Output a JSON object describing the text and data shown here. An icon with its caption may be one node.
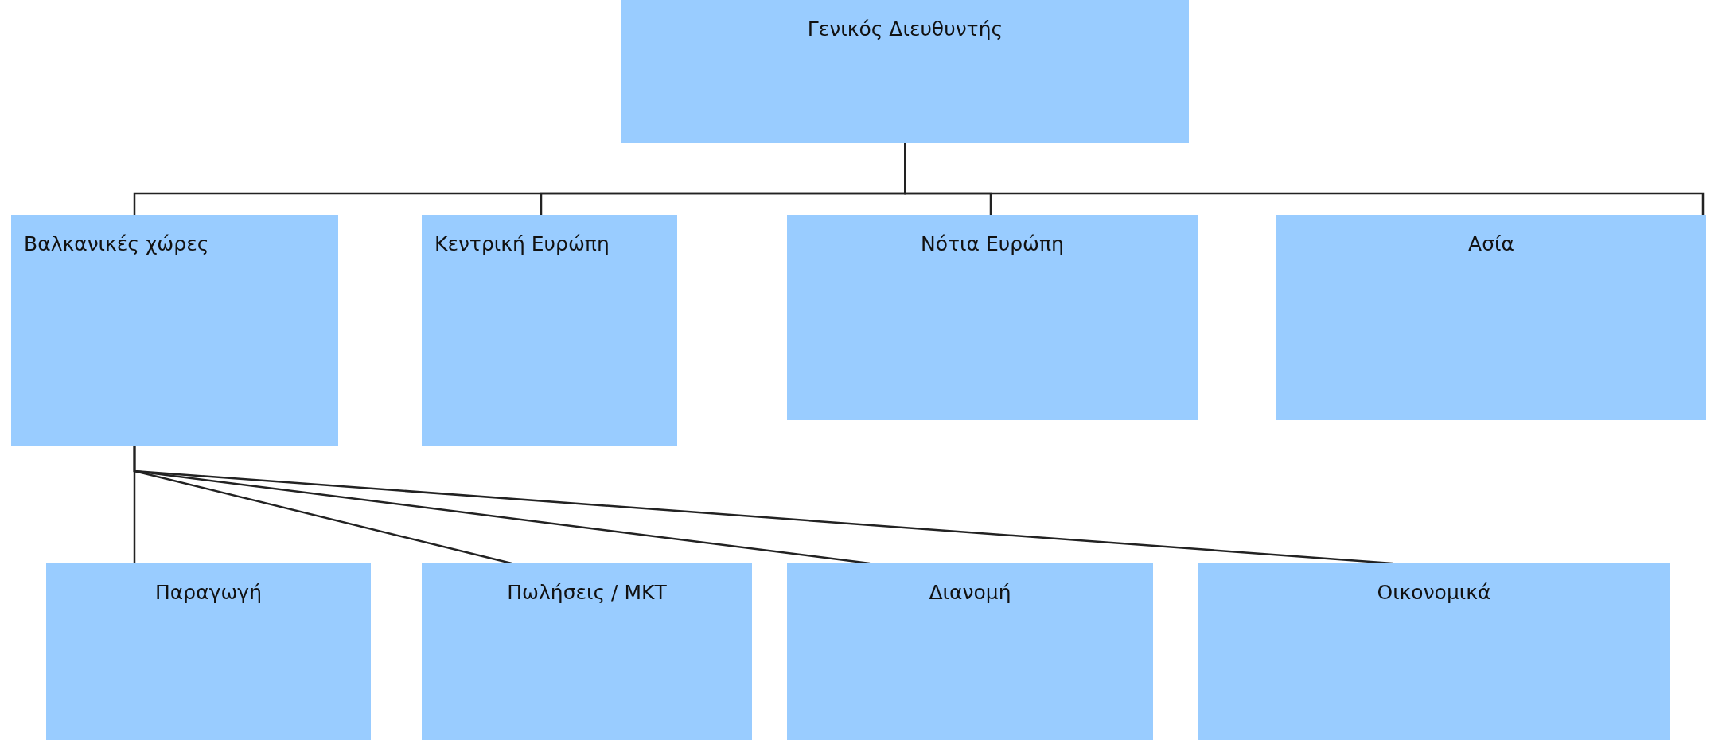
{
  "diagram": {
    "nodes": [
      {
        "text": [
          "Γενικός Διευθυντής"
        ]
      },
      {
        "text": [
          "Βαλκανικές χώρες"
        ]
      },
      {
        "text": [
          "Κεντρική Ευρώπη"
        ]
      },
      {
        "text": [
          "Νότια Ευρώπη"
        ]
      },
      {
        "text": [
          "Ασία"
        ]
      },
      {
        "text": [
          "Παραγωγή"
        ]
      },
      {
        "text": [
          "Πωλήσεις / ΜΚΤ"
        ]
      },
      {
        "text": [
          "Διανομή"
        ]
      },
      {
        "text": [
          "Οικονομικά"
        ]
      }
    ],
    "edges": [
      {
        "from": 0,
        "to": 1,
        "arrow": "none"
      },
      {
        "from": 0,
        "to": 2,
        "arrow": "none"
      },
      {
        "from": 0,
        "to": 3,
        "arrow": "none"
      },
      {
        "from": 0,
        "to": 4,
        "arrow": "none"
      },
      {
        "from": 1,
        "to": 5,
        "arrow": "none"
      },
      {
        "from": 1,
        "to": 6,
        "arrow": "none"
      },
      {
        "from": 1,
        "to": 7,
        "arrow": "none"
      },
      {
        "from": 1,
        "to": 8,
        "arrow": "none"
      }
    ]
  }
}
